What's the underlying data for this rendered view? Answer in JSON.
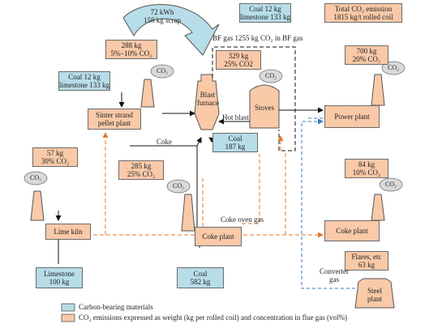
{
  "scrap": {
    "line1": "72 kWh",
    "line2": "158 kg scrap"
  },
  "top_coal": {
    "line1": "Coal 12 kg",
    "line2": "limestone 133 kg"
  },
  "total_emission": {
    "line1": "Total CO₂ emission",
    "line2": "1815 kg/t rolled coil"
  },
  "bf_gas_label": "BF gas 1255 kg CO₂ in BF gas",
  "sinter_emission": {
    "line1": "288 kg",
    "line2": "5%–10% CO₂"
  },
  "sinter_coal": {
    "line1": "Coal 12 kg",
    "line2": "limestone 133 kg"
  },
  "sinter_plant": {
    "line1": "Sinter strand",
    "line2": "pellet plant"
  },
  "bf_emission": {
    "line1": "329 kg",
    "line2": "25% CO2"
  },
  "blast_furnace": {
    "line1": "Blast",
    "line2": "furnace"
  },
  "hot_blast": "Hot blast",
  "stoves": "Stoves",
  "power_emission": {
    "line1": "700 kg",
    "line2": "20% CO₂"
  },
  "power_plant": "Power plant",
  "coke_label": "Coke",
  "bf_coal": {
    "line1": "Coal",
    "line2": "187 kg"
  },
  "lime_emission": {
    "line1": "57 kg",
    "line2": "30% CO₂"
  },
  "coke_emission": {
    "line1": "285 kg",
    "line2": "25% CO₂"
  },
  "coke_plant_emission": {
    "line1": "84 kg",
    "line2": "10% CO₂"
  },
  "coke_oven_gas": "Coke oven gas",
  "lime_kiln": "Lime kiln",
  "coke_plant_center": "Coke plant",
  "coke_plant_right": "Coke plant",
  "flares": {
    "line1": "Flares, etc",
    "line2": "63 kg"
  },
  "converter_gas": {
    "line1": "Converter",
    "line2": "gas"
  },
  "steel_plant": {
    "line1": "Steel",
    "line2": "plant"
  },
  "limestone": {
    "line1": "Limestone",
    "line2": "100 kg"
  },
  "coal_bottom": {
    "line1": "Coal",
    "line2": "582 kg"
  },
  "co2_cloud": "CO₂",
  "legend": {
    "blue_label": "Carbon-bearing materials",
    "peach_label": "CO₂ emissions expressed as weight (kg per rolled coil) and concentration in flue gas (vol%)"
  },
  "colors": {
    "blue": "#b7dde8",
    "peach": "#f9c9a8",
    "dashed_flow": "#e07a2c",
    "blue_arrow": "#3a78c2"
  }
}
